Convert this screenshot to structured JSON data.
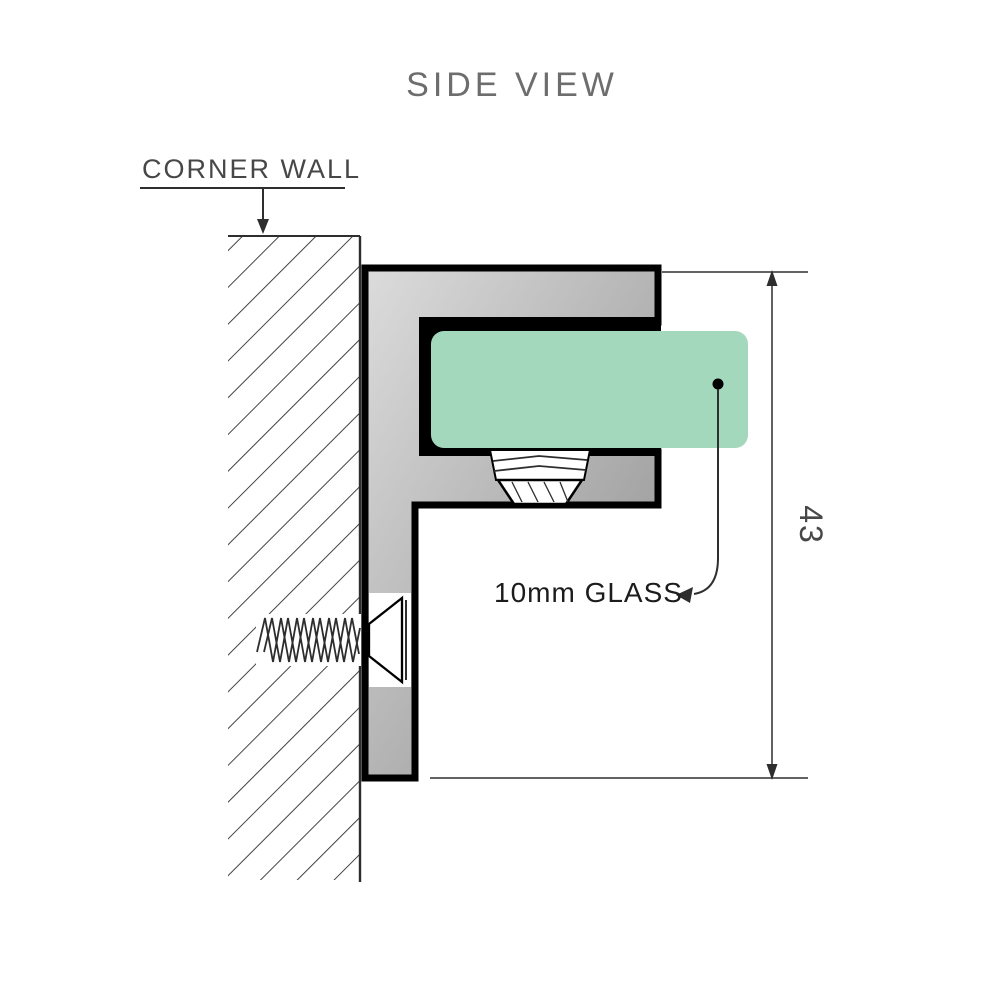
{
  "title": "SIDE VIEW",
  "wall": {
    "label": "CORNER WALL"
  },
  "glass": {
    "label": "10mm GLASS"
  },
  "dimension": {
    "value": "43"
  },
  "colors": {
    "glass": "#a3d8bd",
    "metal-light": "#dcdcdc",
    "metal-dark": "#8e8e8e",
    "outline": "#000000",
    "line": "#2e2e2e",
    "title-text": "#6d6d6d",
    "label-text": "#474747",
    "dark-text": "#1c1c1c"
  }
}
